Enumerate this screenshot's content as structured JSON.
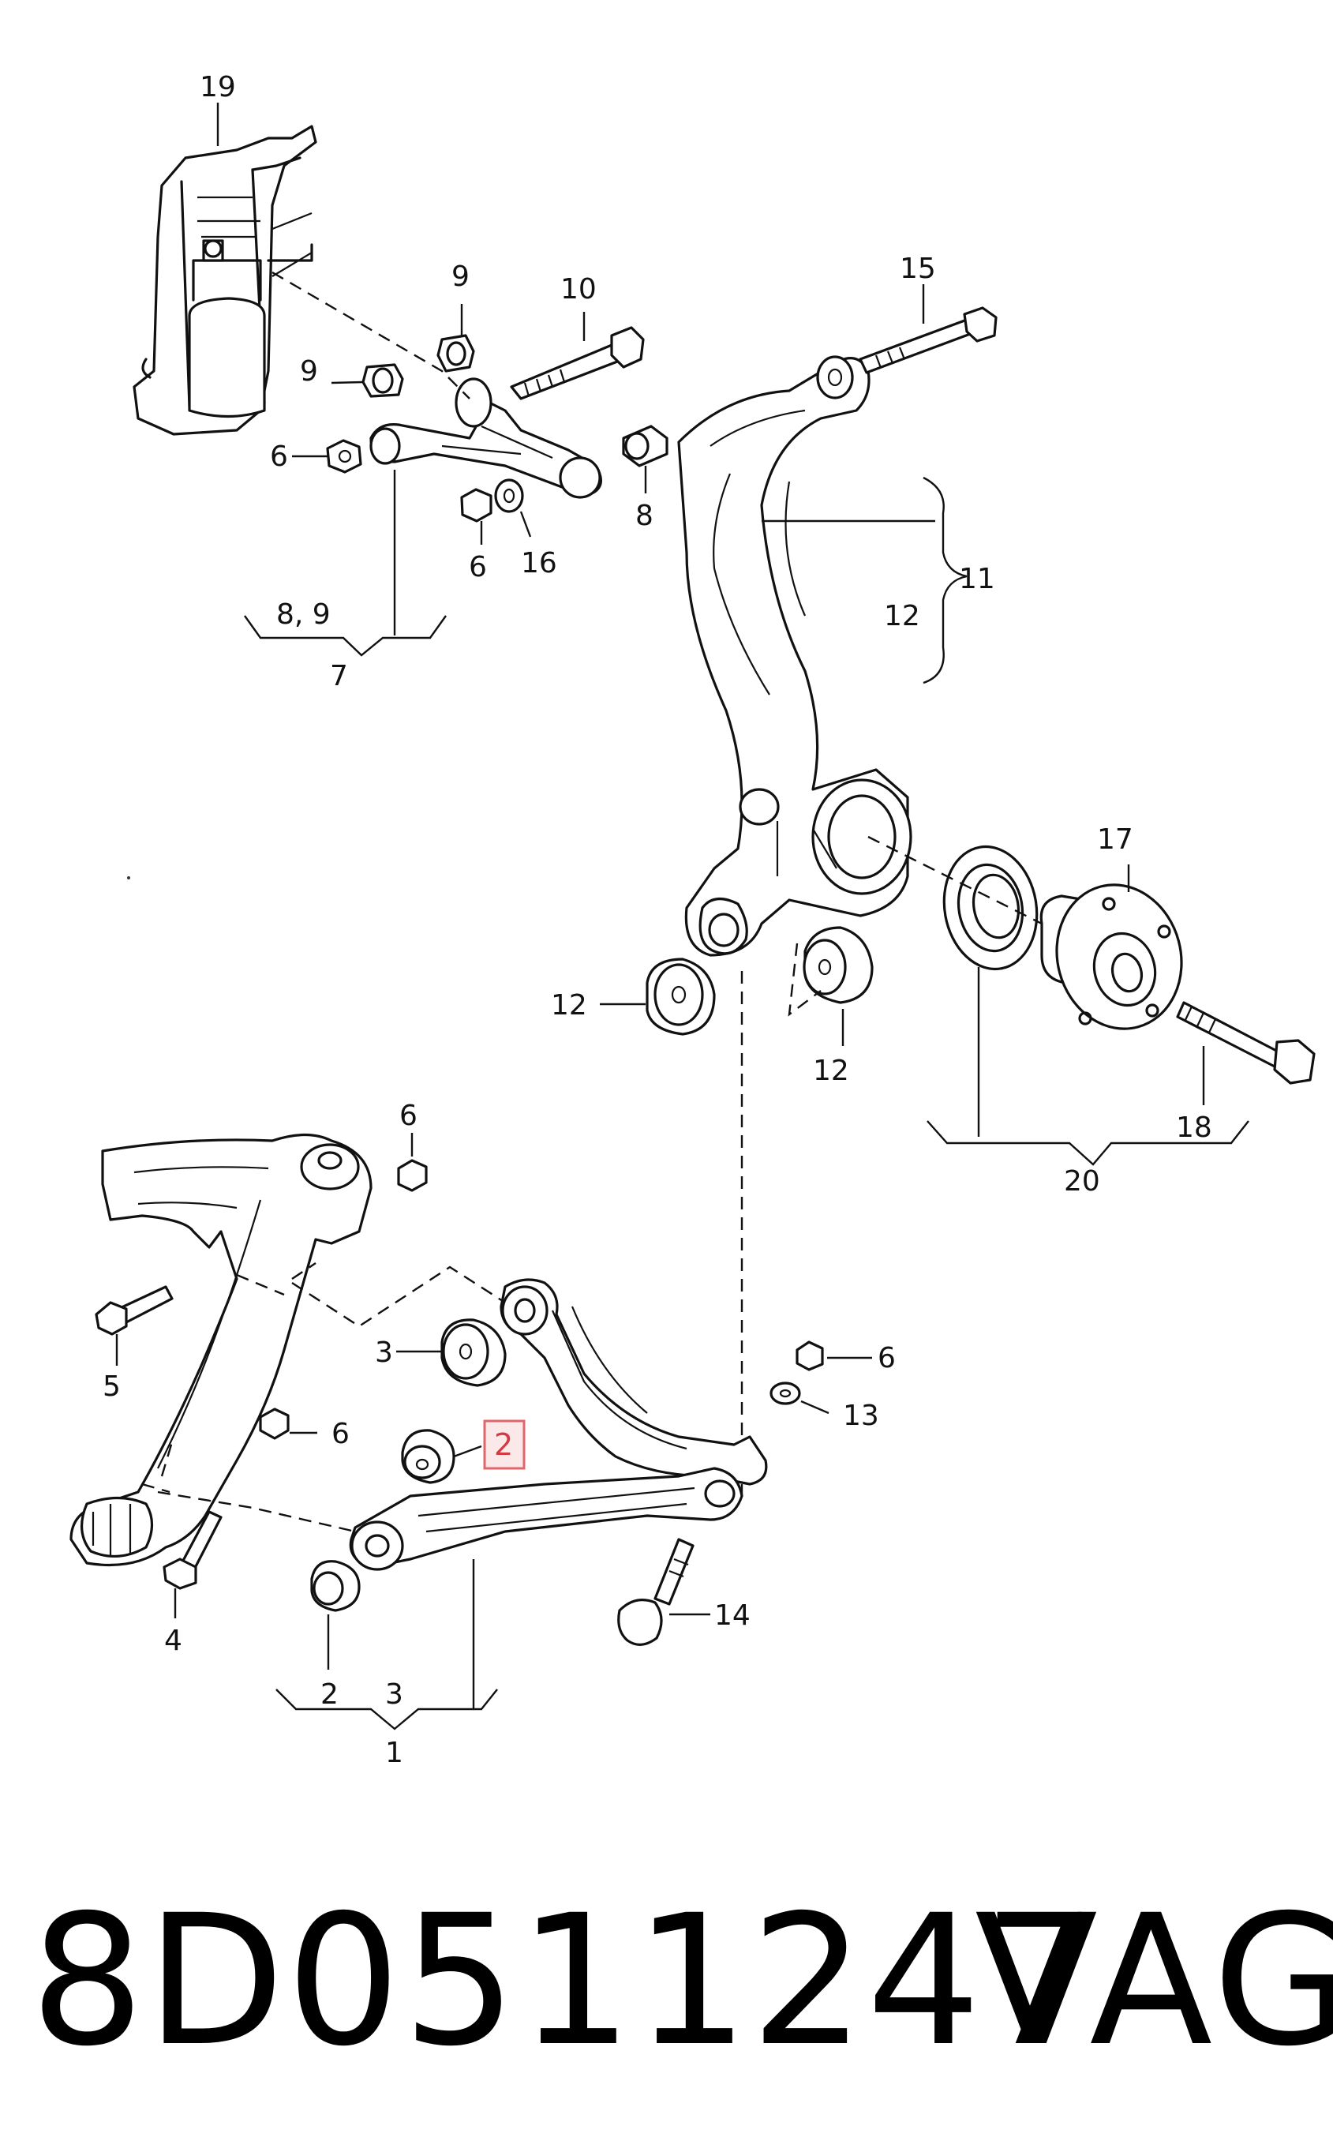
{
  "diagram": {
    "callouts": {
      "c19": "19",
      "c9a": "9",
      "c10": "10",
      "c15": "15",
      "c9b": "9",
      "c6a": "6",
      "c8": "8",
      "c6b": "6",
      "c16": "16",
      "c11": "11",
      "c12a": "12",
      "c89": "8, 9",
      "c7": "7",
      "c17": "17",
      "c12b": "12",
      "c12c": "12",
      "c18": "18",
      "c20": "20",
      "c6c": "6",
      "c5": "5",
      "c3a": "3",
      "c6d": "6",
      "c6e": "6",
      "c13": "13",
      "c2h": "2",
      "c4": "4",
      "c14": "14",
      "c2": "2",
      "c3b": "3",
      "c1": "1"
    },
    "highlight_color": "#e0666b"
  },
  "footer": {
    "part_number": "8D0511247",
    "brand": "VAG"
  }
}
